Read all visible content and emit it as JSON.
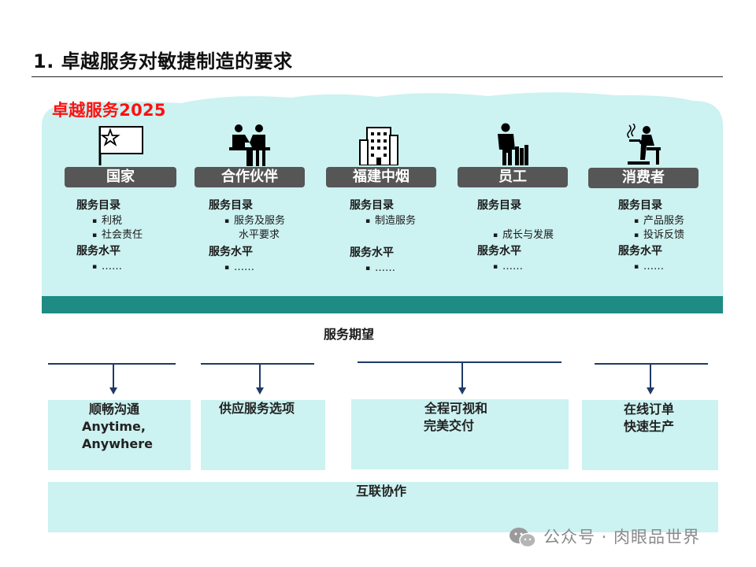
{
  "page_title": "1. 卓越服务对敏捷制造的要求",
  "brand": "卓越服务2025",
  "stakeholders": [
    {
      "label": "国家",
      "icon": "flag-icon",
      "lines": [
        {
          "t": "服务目录",
          "k": "h"
        },
        {
          "t": "利税",
          "k": "b"
        },
        {
          "t": "社会责任",
          "k": "b"
        },
        {
          "t": "服务水平",
          "k": "h"
        },
        {
          "t": "……",
          "k": "b"
        }
      ]
    },
    {
      "label": "合作伙伴",
      "icon": "partners-icon",
      "lines": [
        {
          "t": "服务目录",
          "k": "h"
        },
        {
          "t": "服务及服务",
          "k": "b"
        },
        {
          "t": "水平要求",
          "k": "c"
        },
        {
          "t": "服务水平",
          "k": "h"
        },
        {
          "t": "……",
          "k": "b"
        }
      ]
    },
    {
      "label": "福建中烟",
      "icon": "building-icon",
      "lines": [
        {
          "t": "服务目录",
          "k": "h"
        },
        {
          "t": "制造服务",
          "k": "b"
        },
        {
          "t": "服务水平",
          "k": "h"
        },
        {
          "t": "……",
          "k": "b"
        }
      ]
    },
    {
      "label": "员工",
      "icon": "employee-icon",
      "lines": [
        {
          "t": "服务目录",
          "k": "h"
        },
        {
          "t": "成长与发展",
          "k": "b"
        },
        {
          "t": "服务水平",
          "k": "h"
        },
        {
          "t": "……",
          "k": "b"
        }
      ]
    },
    {
      "label": "消费者",
      "icon": "consumer-icon",
      "lines": [
        {
          "t": "服务目录",
          "k": "h"
        },
        {
          "t": "产品服务",
          "k": "b"
        },
        {
          "t": "投诉反馈",
          "k": "b"
        },
        {
          "t": "服务水平",
          "k": "h"
        },
        {
          "t": "……",
          "k": "b"
        }
      ]
    }
  ],
  "service_expectation": "服务期望",
  "expectations": [
    {
      "lines": [
        "顺畅沟通",
        "Anytime,",
        "Anywhere"
      ]
    },
    {
      "lines": [
        "供应服务选项"
      ]
    },
    {
      "lines": [
        "全程可视和",
        "完美交付"
      ]
    },
    {
      "lines": [
        "在线订单",
        "快速生产"
      ]
    }
  ],
  "collaboration": "互联协作",
  "watermark": "公众号 · 肉眼品世界",
  "colors": {
    "cloud": "#ccf2f1",
    "band": "#1e8b85",
    "pill": "#565656",
    "brand": "#ff1010",
    "arrow": "#1f3a66"
  }
}
